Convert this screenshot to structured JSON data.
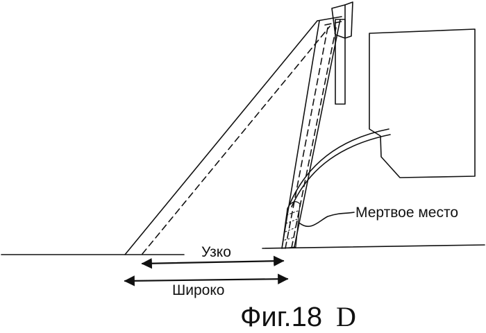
{
  "figure": {
    "label_narrow": "Узко",
    "label_wide": "Широко",
    "label_blind_spot": "Мертвое место",
    "caption_prefix": "Фиг.18",
    "caption_suffix": "D"
  },
  "colors": {
    "ink": "#111111",
    "background": "#ffffff"
  }
}
